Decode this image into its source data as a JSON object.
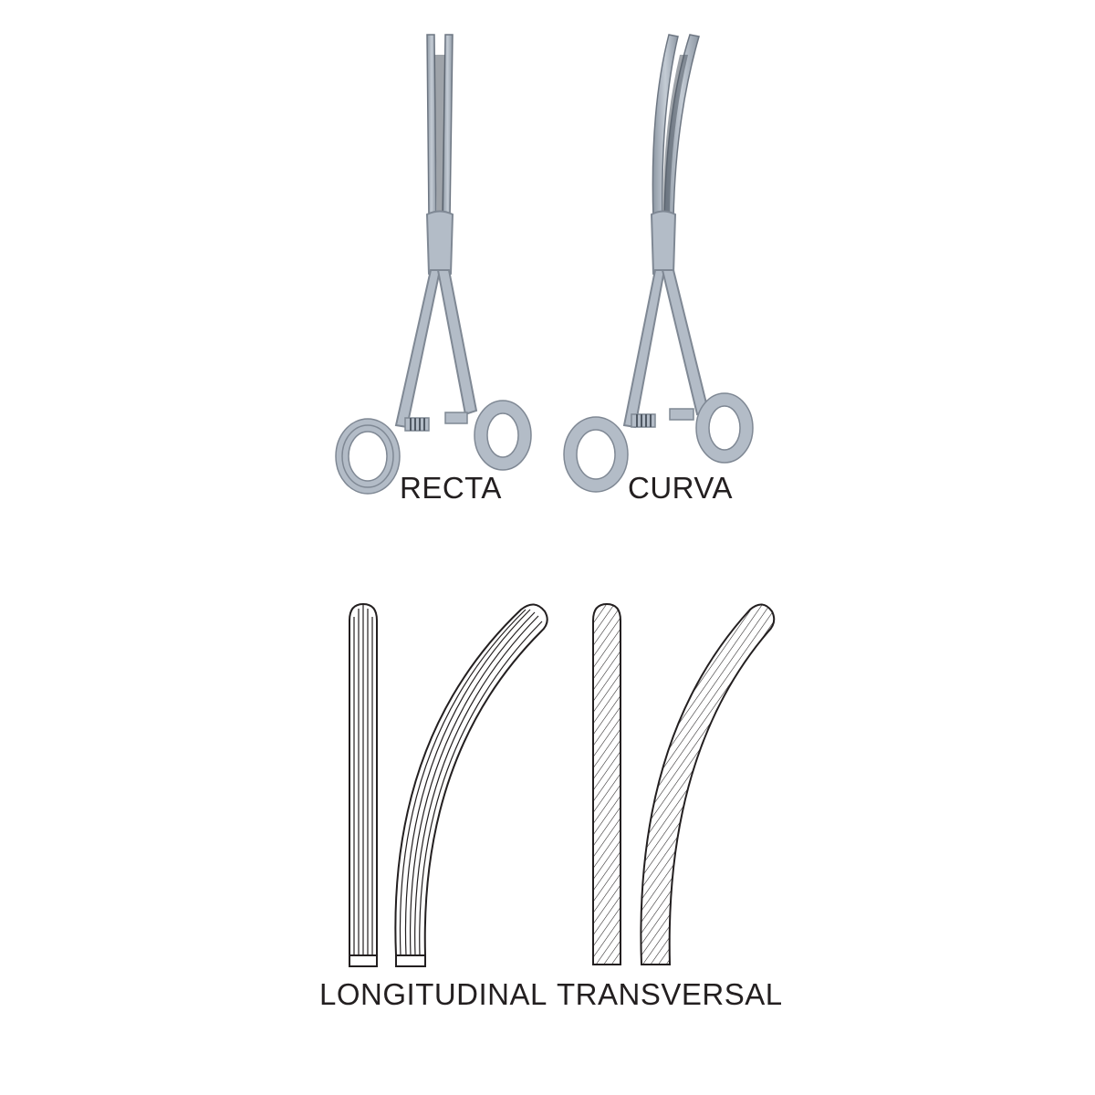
{
  "labels": {
    "recta": "RECTA",
    "curva": "CURVA",
    "longitudinal": "LONGITUDINAL",
    "transversal": "TRANSVERSAL"
  },
  "colors": {
    "instrument_fill": "#b3bcc7",
    "instrument_edge": "#7f8894",
    "instrument_dark": "#4f5863",
    "line_art": "#231f20",
    "text": "#231f20"
  }
}
